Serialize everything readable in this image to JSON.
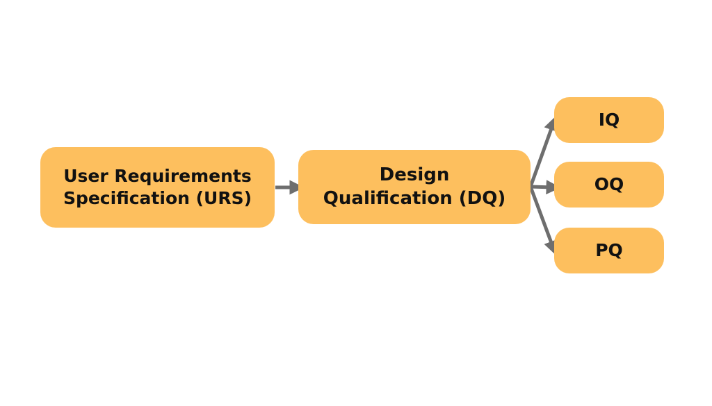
{
  "colors": {
    "node_fill": "#FDBF5E",
    "arrow": "#6E6E6E",
    "text": "#111111",
    "background": "#FFFFFF"
  },
  "nodes": {
    "urs": {
      "line1": "User Requirements",
      "line2": "Specification (URS)"
    },
    "dq": {
      "line1": "Design",
      "line2": "Qualification (DQ)"
    },
    "iq": {
      "label": "IQ"
    },
    "oq": {
      "label": "OQ"
    },
    "pq": {
      "label": "PQ"
    }
  },
  "edges": [
    {
      "from": "urs",
      "to": "dq"
    },
    {
      "from": "dq",
      "to": "iq"
    },
    {
      "from": "dq",
      "to": "oq"
    },
    {
      "from": "dq",
      "to": "pq"
    }
  ]
}
